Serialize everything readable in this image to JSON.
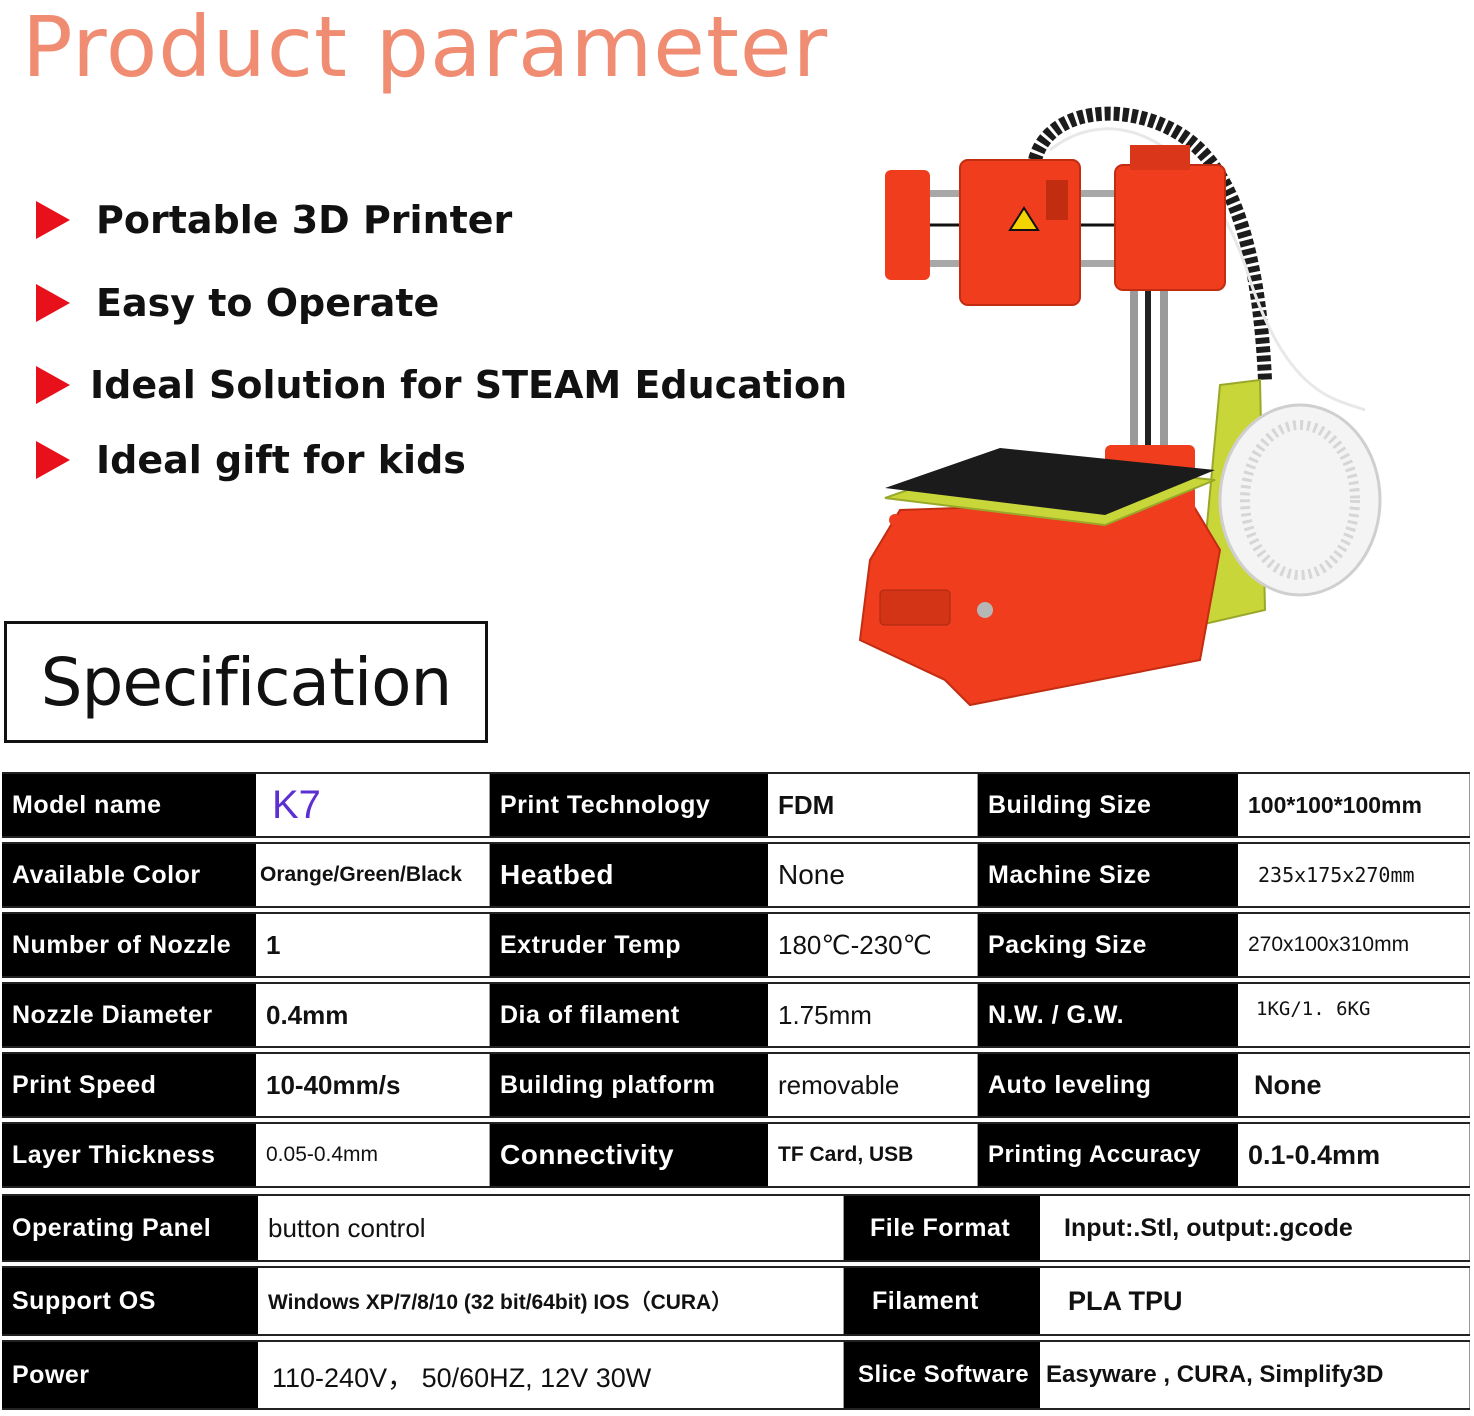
{
  "title": "Product parameter",
  "features": [
    "Portable 3D Printer",
    "Easy to Operate",
    "Ideal Solution for STEAM Education",
    "Ideal gift for kids"
  ],
  "spec_heading": "Specification",
  "colors": {
    "title": "#ef8c72",
    "bullet": "#e8101a",
    "printer_body": "#ef3d1e",
    "printer_accent": "#c8d63a"
  },
  "spec_rows": [
    [
      {
        "label": "Model name",
        "value": "K7"
      },
      {
        "label": "Print Technology",
        "value": "FDM"
      },
      {
        "label": "Building Size",
        "value": "100*100*100mm"
      }
    ],
    [
      {
        "label": "Available Color",
        "value": "Orange/Green/Black"
      },
      {
        "label": "Heatbed",
        "value": "None"
      },
      {
        "label": "Machine Size",
        "value": "235x175x270mm"
      }
    ],
    [
      {
        "label": "Number of Nozzle",
        "value": "1"
      },
      {
        "label": "Extruder  Temp",
        "value": "180℃-230℃"
      },
      {
        "label": "Packing Size",
        "value": "270x100x310mm"
      }
    ],
    [
      {
        "label": "Nozzle  Diameter",
        "value": "0.4mm"
      },
      {
        "label": "Dia of filament",
        "value": "1.75mm"
      },
      {
        "label": "N.W. / G.W.",
        "value": "1KG/1. 6KG"
      }
    ],
    [
      {
        "label": "Print Speed",
        "value": "10-40mm/s"
      },
      {
        "label": "Building platform",
        "value": "removable"
      },
      {
        "label": "Auto leveling",
        "value": "None"
      }
    ],
    [
      {
        "label": "Layer  Thickness",
        "value": "0.05-0.4mm"
      },
      {
        "label": "Connectivity",
        "value": "TF Card, USB"
      },
      {
        "label": "Printing Accuracy",
        "value": "0.1-0.4mm"
      }
    ]
  ],
  "wide_rows": [
    {
      "label": "Operating Panel",
      "value": "button control",
      "label2": "File Format",
      "value2": "Input:.Stl, output:.gcode"
    },
    {
      "label": "Support OS",
      "value": "Windows XP/7/8/10 (32 bit/64bit)  IOS（CURA）",
      "label2": "Filament",
      "value2": "PLA  TPU"
    },
    {
      "label": "Power",
      "value": "110-240V，  50/60HZ,  12V  30W",
      "label2": "Slice Software",
      "value2": "Easyware    , CURA, Simplify3D"
    }
  ]
}
